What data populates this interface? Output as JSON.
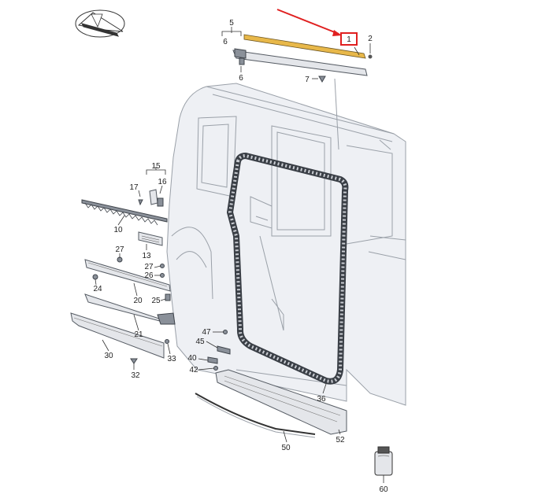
{
  "callouts": {
    "p1": "1",
    "p2": "2",
    "p5": "5",
    "p6a": "6",
    "p6b": "6",
    "p7": "7",
    "p10": "10",
    "p13": "13",
    "p15": "15",
    "p16": "16",
    "p17": "17",
    "p20": "20",
    "p21": "21",
    "p24": "24",
    "p25": "25",
    "p26": "26",
    "p27a": "27",
    "p27b": "27",
    "p30": "30",
    "p32": "32",
    "p33": "33",
    "p36": "36",
    "p40": "40",
    "p42": "42",
    "p45": "45",
    "p47": "47",
    "p50": "50",
    "p52": "52",
    "p60": "60"
  },
  "colors": {
    "highlight_part": "#e8b84a",
    "highlight_box": "#e02020",
    "arrow": "#e02020",
    "seal": "#3a3f46"
  },
  "icons": {
    "orientation": "vehicle-orientation-icon",
    "arrow": "red-pointer-arrow"
  }
}
